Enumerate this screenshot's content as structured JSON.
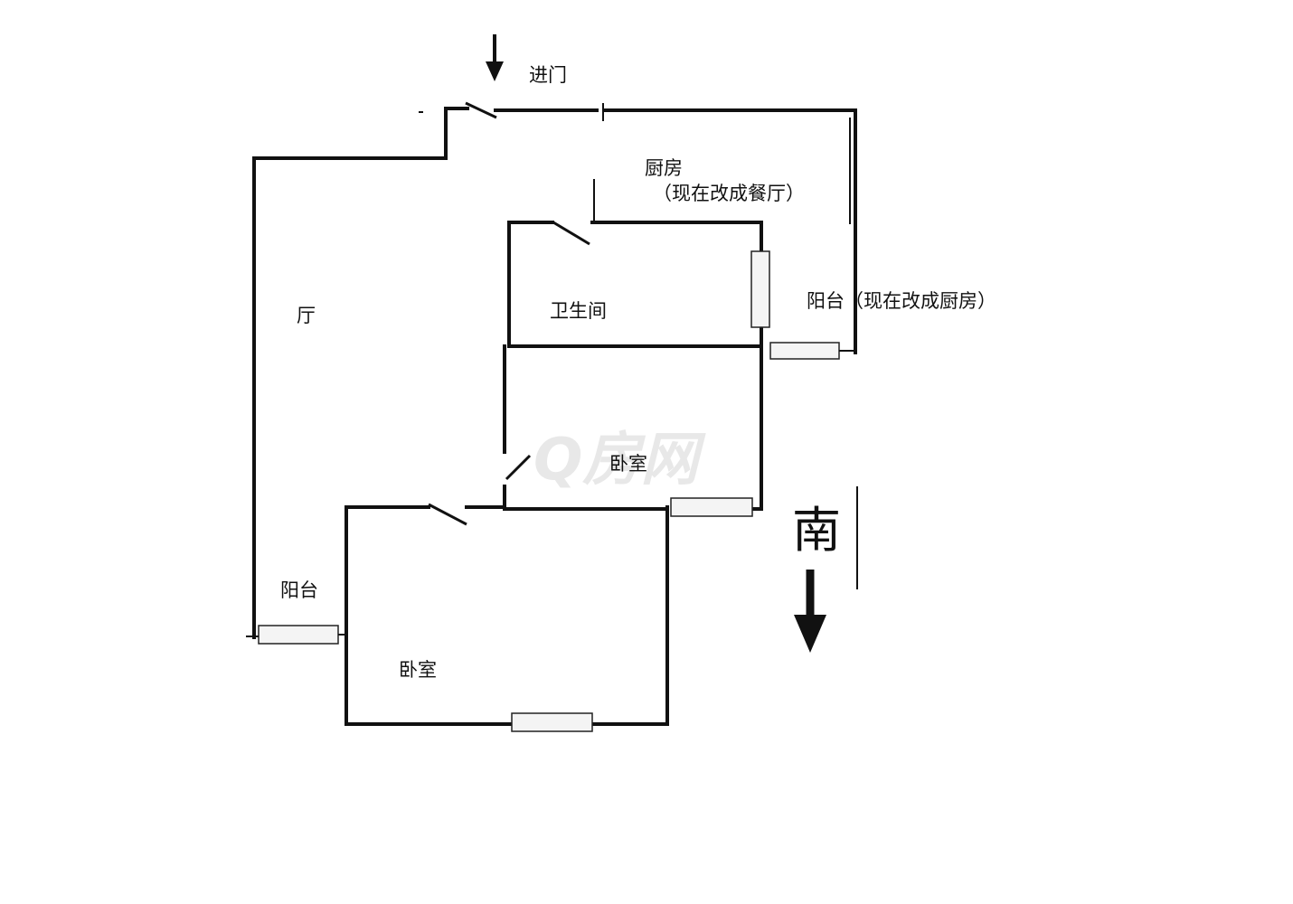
{
  "labels": {
    "entrance": "进门",
    "kitchen": "厨房",
    "kitchen_note": "（现在改成餐厅）",
    "living_room": "厅",
    "bathroom": "卫生间",
    "balcony_right": "阳台（现在改成厨房）",
    "bedroom_upper": "卧室",
    "balcony_left": "阳台",
    "bedroom_lower": "卧室",
    "south": "南"
  },
  "watermark": "Q房网",
  "colors": {
    "line": "#111111",
    "window_fill": "#f4f4f4",
    "watermark": "#e8e8e8"
  }
}
